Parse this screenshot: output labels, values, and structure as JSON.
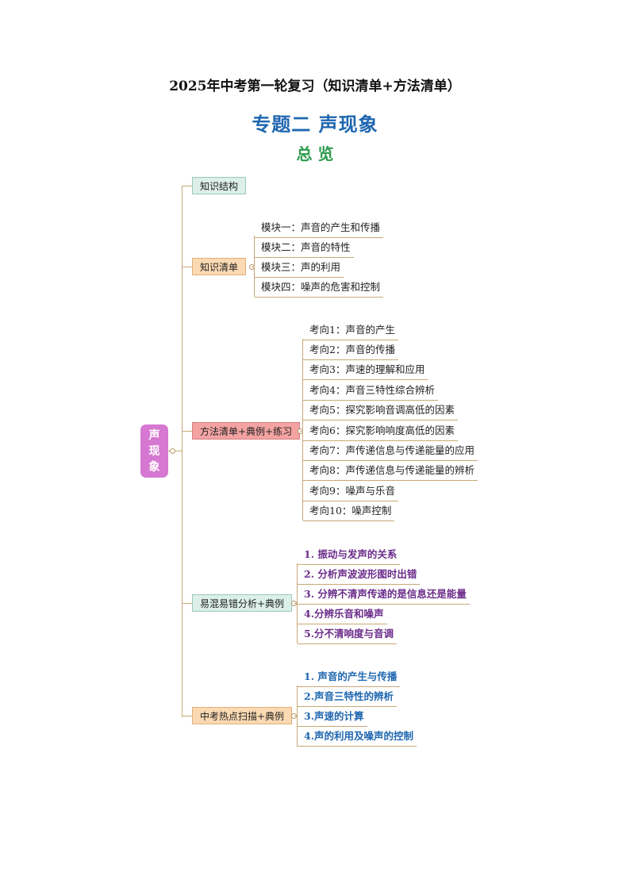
{
  "header": {
    "title": "2025年中考第一轮复习（知识清单+方法清单）",
    "subtitle": "专题二  声现象",
    "overview": "总 览"
  },
  "root": {
    "label": "声现象"
  },
  "branches": {
    "structure": {
      "label": "知识结构"
    },
    "knowledge": {
      "label": "知识清单",
      "items": [
        "模块一：声音的产生和传播",
        "模块二：声音的特性",
        "模块三：声的利用",
        "模块四：噪声的危害和控制"
      ]
    },
    "methods": {
      "label": "方法清单+典例+练习",
      "items": [
        "考向1：声音的产生",
        "考向2：声音的传播",
        "考向3：声速的理解和应用",
        "考向4：声音三特性综合辨析",
        "考向5：探究影响音调高低的因素",
        "考向6：探究影响响度高低的因素",
        "考向7：声传递信息与传递能量的应用",
        "考向8：声传递信息与传递能量的辨析",
        "考向9：噪声与乐音",
        "考向10：噪声控制"
      ]
    },
    "mistakes": {
      "label": "易混易错分析+典例",
      "items": [
        "1. 振动与发声的关系",
        "2. 分析声波波形图时出错",
        "3. 分辨不清声传递的是信息还是能量",
        "4.分辨乐音和噪声",
        "5.分不清响度与音调"
      ]
    },
    "hotspots": {
      "label": "中考热点扫描+典例",
      "items": [
        "1. 声音的产生与传播",
        "2.声音三特性的辨析",
        "3.声速的计算",
        "4.声的利用及噪声的控制"
      ]
    }
  },
  "colors": {
    "title_blue": "#1f67b0",
    "overview_green": "#2e9b4e",
    "root_pink": "#d678d1",
    "purple_text": "#6b2c8a",
    "connector": "#c9a877"
  }
}
